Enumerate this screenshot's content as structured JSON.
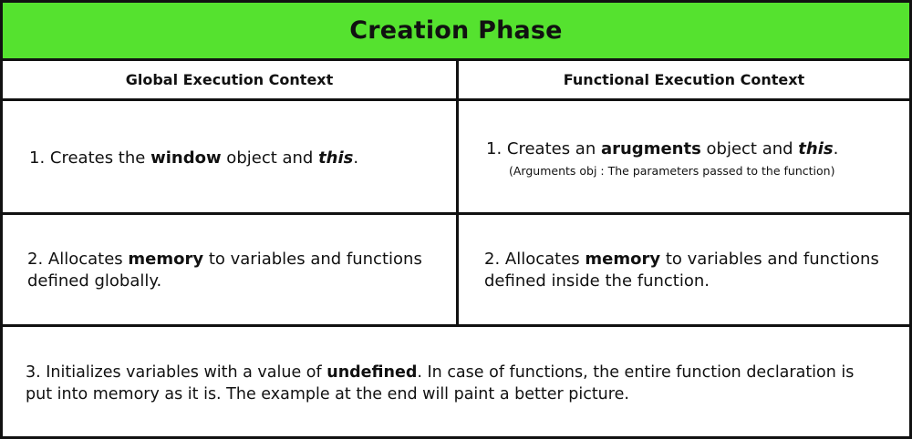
{
  "title": "Creation Phase",
  "headers": {
    "global": "Global Execution Context",
    "functional": "Functional Execution Context"
  },
  "row1": {
    "global": {
      "prefix": "1. Creates the ",
      "bold": "window",
      "middle": " object and ",
      "bold_italic": "this",
      "suffix": "."
    },
    "functional": {
      "prefix": "1. Creates an ",
      "bold": "arugments",
      "middle": " object and ",
      "bold_italic": "this",
      "suffix": ".",
      "note": "(Arguments obj : The parameters passed to the function)"
    }
  },
  "row2": {
    "global": {
      "prefix": "2. Allocates ",
      "bold": "memory",
      "line1_rest": " to variables and functions",
      "line2": "defined globally."
    },
    "functional": {
      "prefix": "2. Allocates ",
      "bold": "memory",
      "line1_rest": " to variables and functions",
      "line2": "defined inside the function."
    }
  },
  "row3": {
    "prefix": "3. Initializes variables with a value of ",
    "bold": "undefined",
    "line1_rest": ". In case of functions, the entire function declaration is",
    "line2": "put into memory as it is. The example at the end will paint a better picture."
  }
}
